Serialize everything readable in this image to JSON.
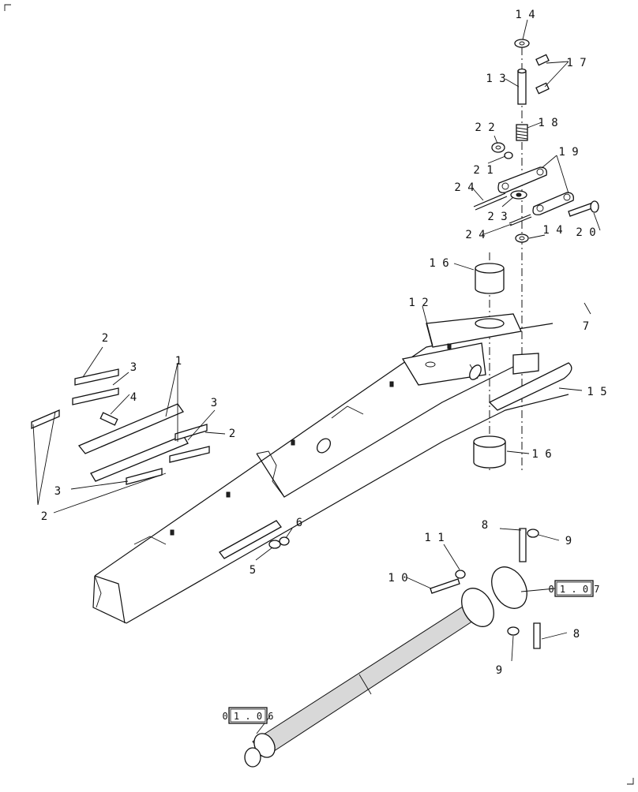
{
  "diagram": {
    "callouts": [
      {
        "id": "c14a",
        "text": "1 4"
      },
      {
        "id": "c17",
        "text": "1 7"
      },
      {
        "id": "c13",
        "text": "1 3"
      },
      {
        "id": "c18",
        "text": "1 8"
      },
      {
        "id": "c22",
        "text": "2 2"
      },
      {
        "id": "c19",
        "text": "1 9"
      },
      {
        "id": "c21",
        "text": "2 1"
      },
      {
        "id": "c24a",
        "text": "2 4"
      },
      {
        "id": "c23",
        "text": "2 3"
      },
      {
        "id": "c20",
        "text": "2 0"
      },
      {
        "id": "c24b",
        "text": "2 4"
      },
      {
        "id": "c14b",
        "text": "1 4"
      },
      {
        "id": "c16a",
        "text": "1 6"
      },
      {
        "id": "c12",
        "text": "1 2"
      },
      {
        "id": "c7",
        "text": "7"
      },
      {
        "id": "c15",
        "text": "1 5"
      },
      {
        "id": "c16b",
        "text": "1 6"
      },
      {
        "id": "c2a",
        "text": "2"
      },
      {
        "id": "c3a",
        "text": "3"
      },
      {
        "id": "c1",
        "text": "1"
      },
      {
        "id": "c4",
        "text": "4"
      },
      {
        "id": "c3b",
        "text": "3"
      },
      {
        "id": "c2b",
        "text": "2"
      },
      {
        "id": "c3c",
        "text": "3"
      },
      {
        "id": "c2c",
        "text": "2"
      },
      {
        "id": "c6",
        "text": "6"
      },
      {
        "id": "c5",
        "text": "5"
      },
      {
        "id": "c8a",
        "text": "8"
      },
      {
        "id": "c9a",
        "text": "9"
      },
      {
        "id": "c11",
        "text": "1 1"
      },
      {
        "id": "c10",
        "text": "1 0"
      },
      {
        "id": "c9b",
        "text": "9"
      },
      {
        "id": "c8b",
        "text": "8"
      }
    ],
    "references": [
      {
        "id": "r0107",
        "text": "0 1 . 0 7"
      },
      {
        "id": "r0106",
        "text": "0 1 . 0 6"
      }
    ]
  }
}
